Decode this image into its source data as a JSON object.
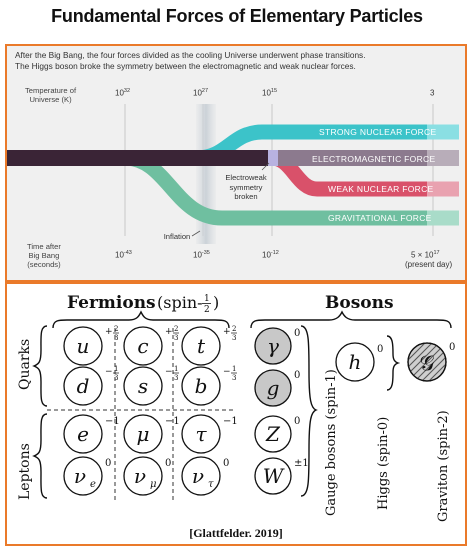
{
  "title": "Fundamental Forces of Elementary Particles",
  "forces_panel": {
    "intro_line1": "After the Big Bang, the four forces divided as the cooling Universe underwent phase transitions.",
    "intro_line2": "The Higgs boson broke the symmetry between the electromagnetic and weak nuclear forces.",
    "temperature_label": [
      "Temperature of",
      "Universe (K)"
    ],
    "time_label": [
      "Time after",
      "Big Bang",
      "(seconds)"
    ],
    "temperature_ticks": [
      {
        "base": "10",
        "exp": "32"
      },
      {
        "base": "10",
        "exp": "27"
      },
      {
        "base": "10",
        "exp": "15"
      },
      {
        "base": "3",
        "exp": ""
      }
    ],
    "time_ticks": [
      {
        "base": "10",
        "exp": "-43"
      },
      {
        "base": "10",
        "exp": "-35"
      },
      {
        "base": "10",
        "exp": "-12"
      },
      {
        "base": "5 × 10",
        "exp": "17"
      }
    ],
    "present_day": "(present day)",
    "inflation_label": "Inflation",
    "electroweak_label": [
      "Electroweak",
      "symmetry",
      "broken"
    ],
    "forces": [
      {
        "name": "STRONG NUCLEAR FORCE",
        "color": "#3cc3c9"
      },
      {
        "name": "ELECTROMAGNETIC FORCE",
        "color": "#8c7a8e"
      },
      {
        "name": "WEAK NUCLEAR FORCE",
        "color": "#d9516a"
      },
      {
        "name": "GRAVITATIONAL FORCE",
        "color": "#6fbfa0"
      }
    ],
    "trunk_color": "#3a2436"
  },
  "particles_panel": {
    "fermions_title": "Fermions",
    "fermions_spin": "(spin-",
    "fermions_spin_num": "1",
    "fermions_spin_den": "2",
    "bosons_title": "Bosons",
    "quarks_label": "Quarks",
    "leptons_label": "Leptons",
    "gauge_label": "Gauge bosons (spin-1)",
    "higgs_label": "Higgs (spin-0)",
    "graviton_label": "Graviton (spin-2)",
    "quarks": [
      {
        "symbol": "u",
        "sign": "+",
        "num": "2",
        "den": "3"
      },
      {
        "symbol": "c",
        "sign": "+",
        "num": "2",
        "den": "3"
      },
      {
        "symbol": "t",
        "sign": "+",
        "num": "2",
        "den": "3"
      },
      {
        "symbol": "d",
        "sign": "−",
        "num": "1",
        "den": "3"
      },
      {
        "symbol": "s",
        "sign": "−",
        "num": "1",
        "den": "3"
      },
      {
        "symbol": "b",
        "sign": "−",
        "num": "1",
        "den": "3"
      }
    ],
    "leptons": [
      {
        "symbol": "e",
        "sub": "",
        "charge": "−1"
      },
      {
        "symbol": "μ",
        "sub": "",
        "charge": "−1"
      },
      {
        "symbol": "τ",
        "sub": "",
        "charge": "−1"
      },
      {
        "symbol": "ν",
        "sub": "e",
        "charge": "0"
      },
      {
        "symbol": "ν",
        "sub": "μ",
        "charge": "0"
      },
      {
        "symbol": "ν",
        "sub": "τ",
        "charge": "0"
      }
    ],
    "gauge_bosons": [
      {
        "symbol": "γ",
        "charge": "0",
        "fill": "#c8c8c8"
      },
      {
        "symbol": "g",
        "charge": "0",
        "fill": "#c8c8c8"
      },
      {
        "symbol": "Z",
        "charge": "0",
        "fill": "#ffffff"
      },
      {
        "symbol": "W",
        "charge": "±1",
        "fill": "#ffffff"
      }
    ],
    "higgs": {
      "symbol": "h",
      "charge": "0"
    },
    "graviton": {
      "symbol": "𝒢",
      "charge": "0"
    },
    "citation": "[Glattfelder. 2019]"
  }
}
